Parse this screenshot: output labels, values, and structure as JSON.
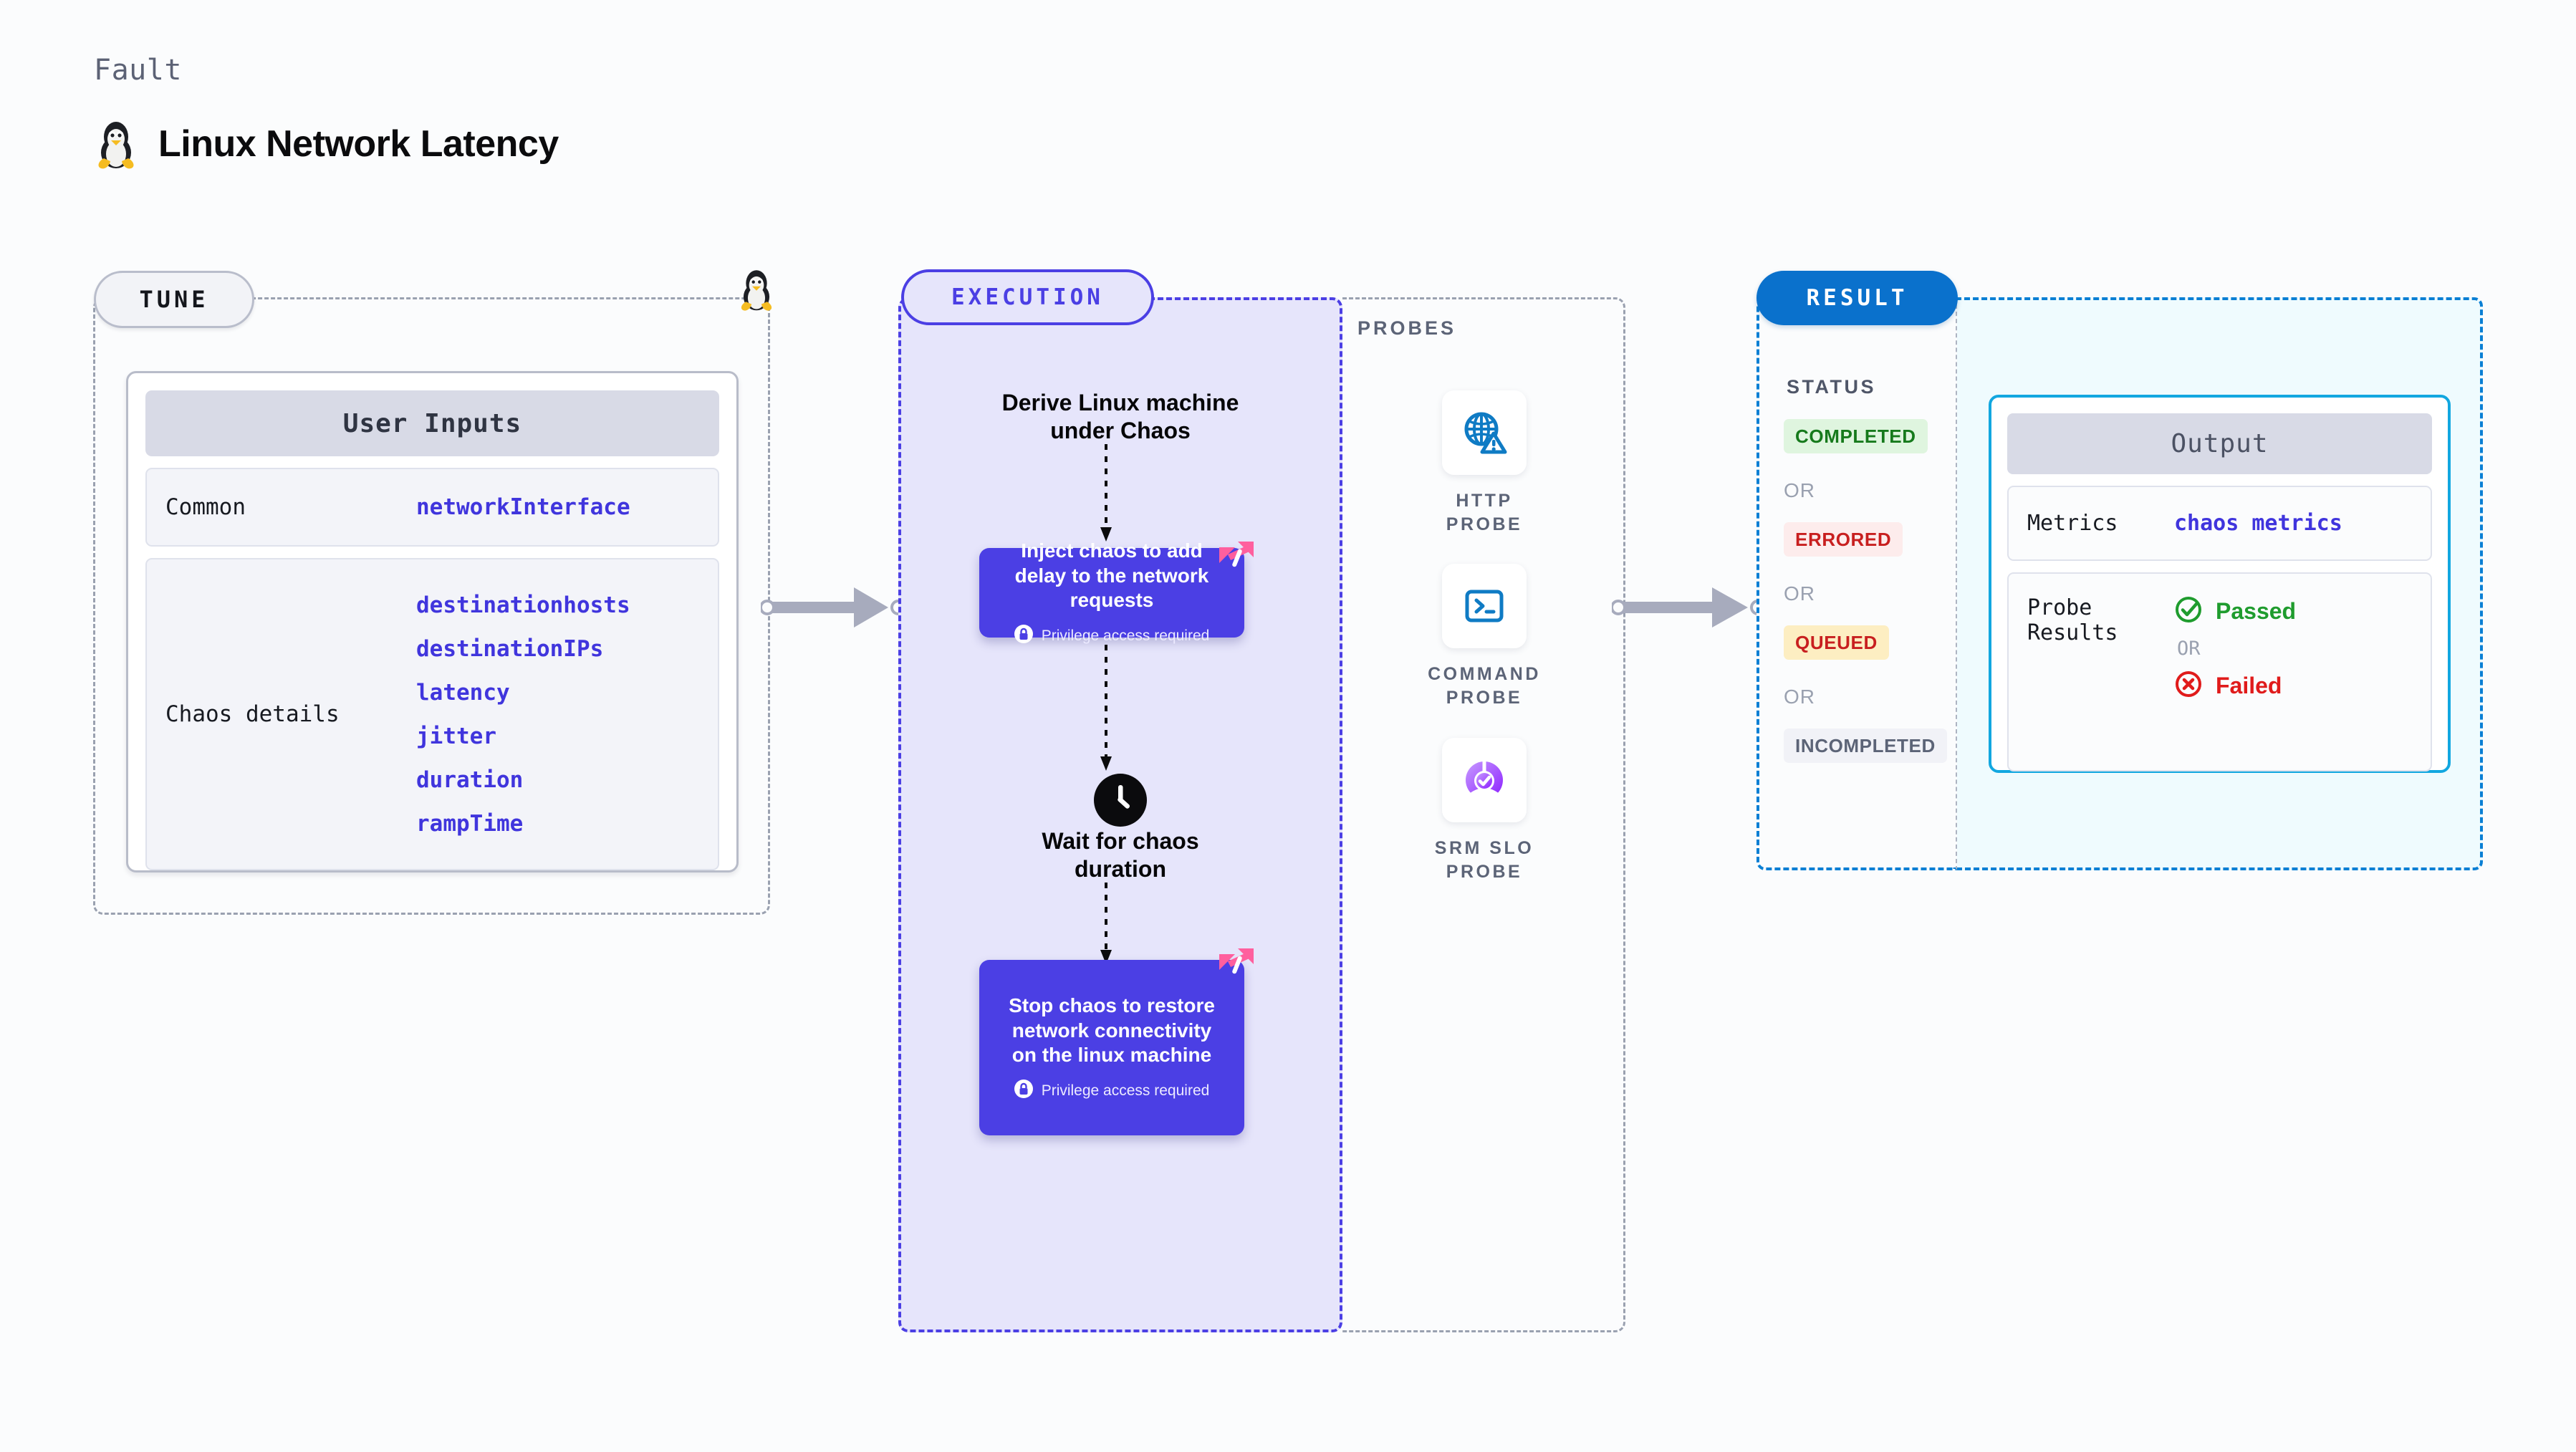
{
  "header": {
    "kicker": "Fault",
    "title": "Linux Network Latency",
    "icon": "linux-penguin-icon"
  },
  "tune": {
    "pill_label": "TUNE",
    "card_title": "User Inputs",
    "rows": [
      {
        "key": "Common",
        "values": [
          "networkInterface"
        ]
      },
      {
        "key": "Chaos details",
        "values": [
          "destinationhosts",
          "destinationIPs",
          "latency",
          "jitter",
          "duration",
          "rampTime"
        ]
      }
    ]
  },
  "execution": {
    "pill_label": "EXECUTION",
    "derive_heading": "Derive Linux machine under Chaos",
    "inject_node": {
      "label": "Inject chaos to add delay to the network requests",
      "privilege_note": "Privilege access required"
    },
    "wait_heading": "Wait for chaos duration",
    "stop_node": {
      "label": "Stop chaos to restore network connectivity on the linux machine",
      "privilege_note": "Privilege access required"
    }
  },
  "probes": {
    "section_label": "PROBES",
    "items": [
      {
        "icon": "globe-warning-icon",
        "label": "HTTP PROBE"
      },
      {
        "icon": "terminal-icon",
        "label": "COMMAND PROBE"
      },
      {
        "icon": "slo-check-icon",
        "label": "SRM SLO PROBE"
      }
    ]
  },
  "result": {
    "pill_label": "RESULT",
    "status_label": "STATUS",
    "or_label": "OR",
    "statuses": [
      {
        "label": "COMPLETED",
        "color": "#167a1c",
        "bg": "#dff5df"
      },
      {
        "label": "ERRORED",
        "color": "#c81f1f",
        "bg": "#fdecec"
      },
      {
        "label": "QUEUED",
        "color": "#c81f1f",
        "bg": "#fdeec2"
      },
      {
        "label": "INCOMPLETED",
        "color": "#5c6477",
        "bg": "#f1f2f7"
      }
    ],
    "output": {
      "title": "Output",
      "metrics_key": "Metrics",
      "metrics_value": "chaos metrics",
      "probe_results_key": "Probe Results",
      "passed_label": "Passed",
      "failed_label": "Failed",
      "or_label": "OR"
    }
  },
  "colors": {
    "accent_purple": "#4b3fe4",
    "accent_blue": "#0a71cc",
    "harness_pink": "#ff5f9e",
    "probe_blue": "#0f7bc4",
    "probe_purple": "#a04dff"
  }
}
